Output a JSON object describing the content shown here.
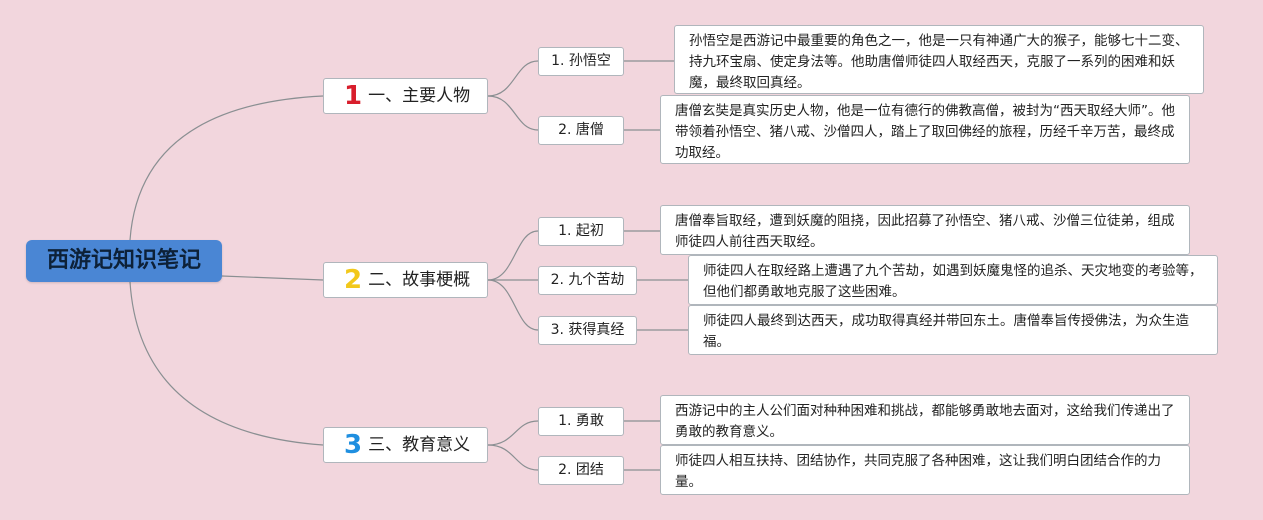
{
  "colors": {
    "background": "#f2d6dd",
    "root_fill": "#4a86d4",
    "num1": "#d81e2c",
    "num2": "#f2c81b",
    "num3": "#1f8fe0",
    "line": "#8a8f92"
  },
  "root": {
    "title": "西游记知识笔记"
  },
  "branches": [
    {
      "num": "1",
      "label": "一、主要人物"
    },
    {
      "num": "2",
      "label": "二、故事梗概"
    },
    {
      "num": "3",
      "label": "三、教育意义"
    }
  ],
  "leaves": [
    {
      "label": "1. 孙悟空",
      "note": "孙悟空是西游记中最重要的角色之一，他是一只有神通广大的猴子，能够七十二变、持九环宝扇、使定身法等。他助唐僧师徒四人取经西天，克服了一系列的困难和妖魔，最终取回真经。"
    },
    {
      "label": "2. 唐僧",
      "note": "唐僧玄奘是真实历史人物，他是一位有德行的佛教高僧，被封为“西天取经大师”。他带领着孙悟空、猪八戒、沙僧四人，踏上了取回佛经的旅程，历经千辛万苦，最终成功取经。"
    },
    {
      "label": "1. 起初",
      "note": "唐僧奉旨取经，遭到妖魔的阻挠，因此招募了孙悟空、猪八戒、沙僧三位徒弟，组成师徒四人前往西天取经。"
    },
    {
      "label": "2. 九个苦劫",
      "note": "师徒四人在取经路上遭遇了九个苦劫，如遇到妖魔鬼怪的追杀、天灾地变的考验等，但他们都勇敢地克服了这些困难。"
    },
    {
      "label": "3. 获得真经",
      "note": "师徒四人最终到达西天，成功取得真经并带回东土。唐僧奉旨传授佛法，为众生造福。"
    },
    {
      "label": "1. 勇敢",
      "note": "西游记中的主人公们面对种种困难和挑战，都能够勇敢地去面对，这给我们传递出了勇敢的教育意义。"
    },
    {
      "label": "2. 团结",
      "note": "师徒四人相互扶持、团结协作，共同克服了各种困难，这让我们明白团结合作的力量。"
    }
  ]
}
